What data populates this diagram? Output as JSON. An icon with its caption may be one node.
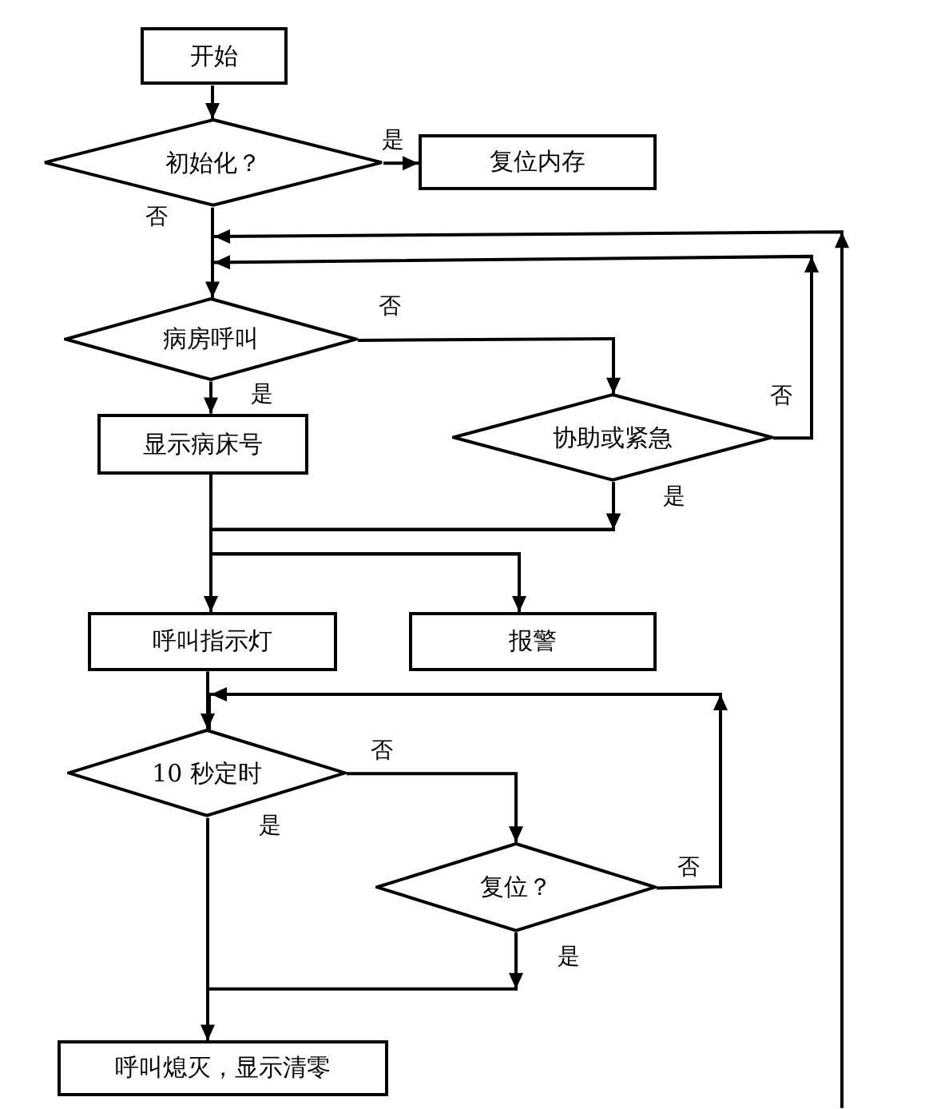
{
  "diagram": {
    "nodes": [
      {
        "text": [
          "开始"
        ]
      },
      {
        "text": [
          "初始化？"
        ]
      },
      {
        "text": [
          "复位内存"
        ]
      },
      {
        "text": [
          "病房呼叫"
        ]
      },
      {
        "text": [
          "显示病床号"
        ]
      },
      {
        "text": [
          "协助或紧急"
        ]
      },
      {
        "text": [
          "呼叫指示灯"
        ]
      },
      {
        "text": [
          "报警"
        ]
      },
      {
        "text": [
          "10 秒定时"
        ]
      },
      {
        "text": [
          "复位？"
        ]
      },
      {
        "text": [
          "呼叫熄灭，显示清零"
        ]
      }
    ],
    "edges": [
      {
        "from": 0,
        "to": 1,
        "arrow": "to"
      },
      {
        "from": 1,
        "to": 2,
        "arrow": "to",
        "label": "是"
      },
      {
        "from": 1,
        "to": 3,
        "arrow": "to",
        "label": "否"
      },
      {
        "from": 3,
        "to": 4,
        "arrow": "to",
        "label": "是"
      },
      {
        "from": 3,
        "to": 5,
        "arrow": "to",
        "label": "否"
      },
      {
        "from": 5,
        "to": 3,
        "arrow": "to",
        "label": "否"
      },
      {
        "from": 4,
        "to": 6,
        "arrow": "to"
      },
      {
        "from": 4,
        "to": 7,
        "arrow": "to"
      },
      {
        "from": 5,
        "to": 6,
        "arrow": "to",
        "label": "是"
      },
      {
        "from": 5,
        "to": 7,
        "arrow": "to"
      },
      {
        "from": 6,
        "to": 8,
        "arrow": "to"
      },
      {
        "from": 8,
        "to": 9,
        "arrow": "to",
        "label": "否"
      },
      {
        "from": 9,
        "to": 8,
        "arrow": "to",
        "label": "否"
      },
      {
        "from": 8,
        "to": 10,
        "arrow": "to",
        "label": "是"
      },
      {
        "from": 9,
        "to": 10,
        "arrow": "to",
        "label": "是"
      },
      {
        "from": null,
        "to": 3,
        "arrow": "to"
      }
    ]
  }
}
